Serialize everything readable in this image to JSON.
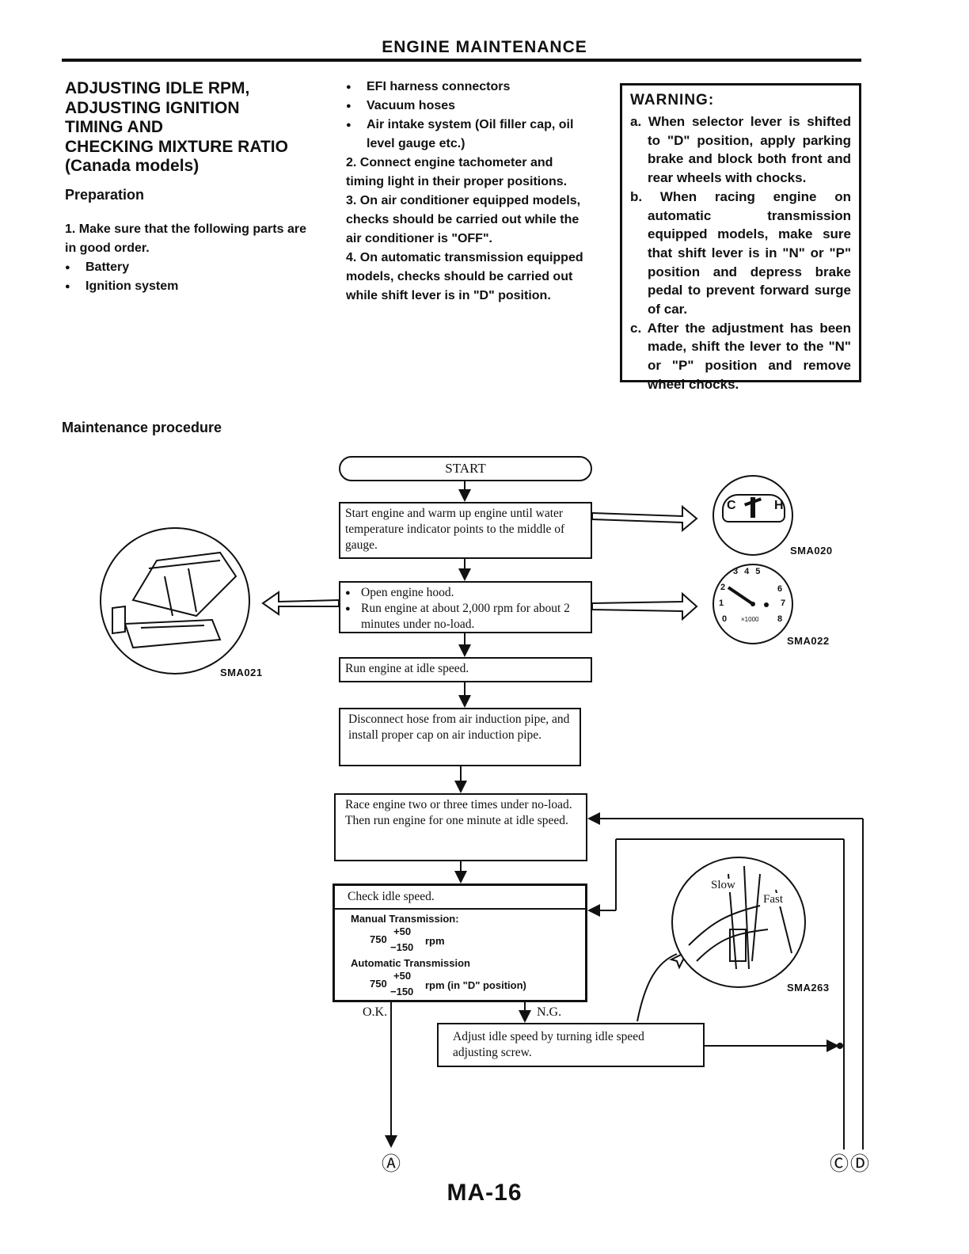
{
  "header": {
    "title": "ENGINE MAINTENANCE"
  },
  "section": {
    "title_lines": [
      "ADJUSTING IDLE RPM,",
      "ADJUSTING IGNITION",
      "TIMING AND",
      "CHECKING MIXTURE RATIO",
      "(Canada models)"
    ],
    "preparation_heading": "Preparation",
    "step1": "1.   Make sure that the following parts are in good order.",
    "bullets_col1": [
      "Battery",
      "Ignition system"
    ],
    "bullets_col2": [
      "EFI harness connectors",
      "Vacuum hoses",
      "Air intake system (Oil filler cap, oil level gauge etc.)"
    ],
    "step2": "2.   Connect engine tachometer and timing light in their proper positions.",
    "step3": "3.   On air conditioner equipped models, checks should be carried out while the air conditioner is \"OFF\".",
    "step4": "4.   On automatic transmission equipped models, checks should be carried out while shift lever is in \"D\" position."
  },
  "warning": {
    "title": "WARNING:",
    "items": [
      "a. When selector lever is shifted to \"D\" position, apply parking brake and block both front and rear wheels with chocks.",
      "b. When racing engine on automatic transmission equipped models, make sure that shift lever is in \"N\" or \"P\" position and depress brake pedal to prevent forward surge of car.",
      "c. After the adjustment has been made, shift the lever to the \"N\" or \"P\" position and remove wheel chocks."
    ]
  },
  "procedure": {
    "heading": "Maintenance procedure",
    "start": "START",
    "box1": "Start engine and warm up engine until water temperature indicator points to the middle of gauge.",
    "box2_items": [
      "Open engine hood.",
      "Run engine at about 2,000 rpm for about 2 minutes under no-load."
    ],
    "box3": "Run engine at idle speed.",
    "box4": "Disconnect hose from air induction pipe, and install proper cap on air induction pipe.",
    "box5_lines": [
      "Race engine two or three times under no-load.",
      "Then run engine for one minute at idle speed."
    ],
    "box6": {
      "title": "Check idle speed.",
      "manual_label": "Manual Transmission:",
      "manual_base": "750",
      "manual_plus": "+50",
      "manual_minus": "−150",
      "manual_unit": "rpm",
      "auto_label": "Automatic Transmission",
      "auto_base": "750",
      "auto_plus": "+50",
      "auto_minus": "−150",
      "auto_unit": "rpm (in \"D\" position)"
    },
    "ok_label": "O.K.",
    "ng_label": "N.G.",
    "box7": "Adjust idle speed by turning idle speed adjusting screw.",
    "connector_a": "Ⓐ",
    "connector_c": "Ⓒ",
    "connector_d": "Ⓓ"
  },
  "figures": {
    "sma020": "SMA020",
    "sma021": "SMA021",
    "sma022": "SMA022",
    "sma263": "SMA263",
    "gauge_c": "C",
    "gauge_h": "H",
    "tach_numbers": [
      "0",
      "1",
      "2",
      "3",
      "4",
      "5",
      "6",
      "7",
      "8"
    ],
    "tach_small": "×1000",
    "slow": "Slow",
    "fast": "Fast"
  },
  "footer": {
    "page": "MA-16"
  }
}
